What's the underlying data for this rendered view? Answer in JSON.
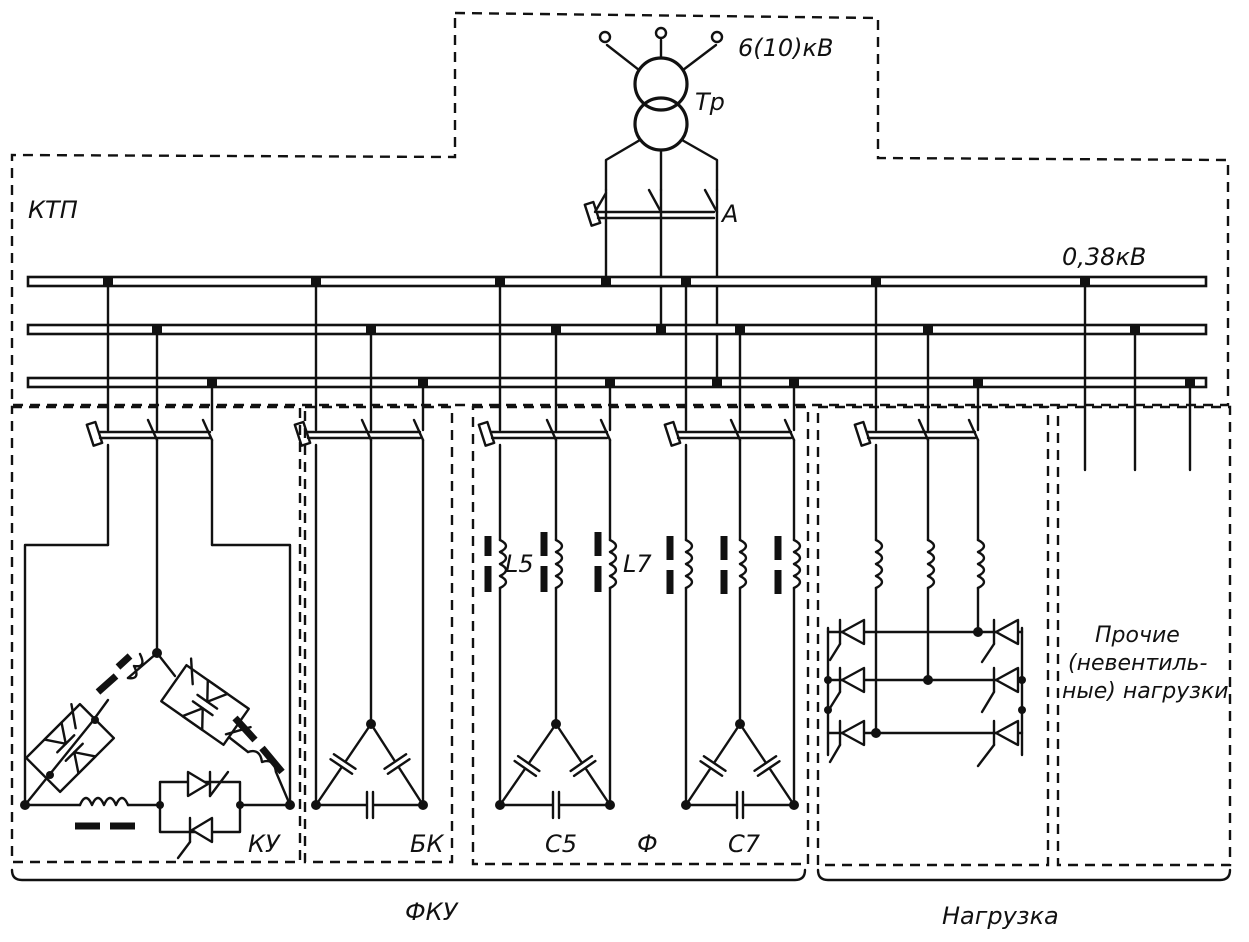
{
  "labels": {
    "voltage_hv": "6(10)кВ",
    "transformer": "Тр",
    "breaker": "А",
    "voltage_lv": "0,38кВ",
    "substation": "КТП",
    "ku": "КУ",
    "bk": "БК",
    "l5": "L5",
    "l7": "L7",
    "c5": "С5",
    "c7": "С7",
    "filter": "Ф",
    "other_loads": [
      "Прочие",
      "(невентиль-",
      "ные) нагрузки"
    ],
    "fku": "ФКУ",
    "load": "Нагрузка"
  },
  "colors": {
    "ink": "#111111",
    "paper": "#ffffff"
  }
}
